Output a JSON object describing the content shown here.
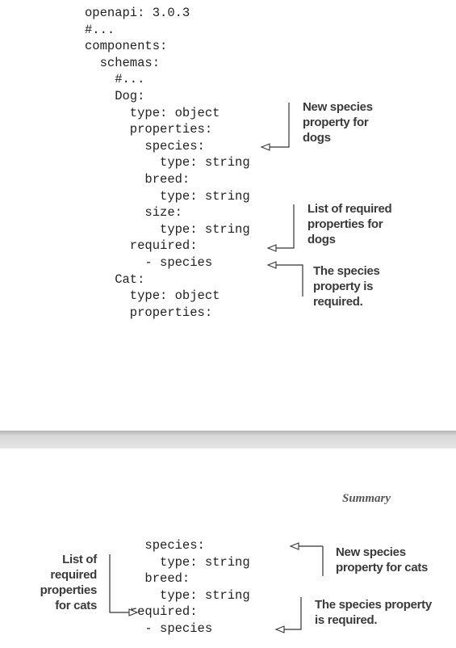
{
  "top_page": {
    "code_lines": [
      "openapi: 3.0.3",
      "#...",
      "components:",
      "  schemas:",
      "    #...",
      "    Dog:",
      "      type: object",
      "      properties:",
      "        species:",
      "          type: string",
      "        breed:",
      "          type: string",
      "        size:",
      "          type: string",
      "      required:",
      "        - species",
      "    Cat:",
      "      type: object",
      "      properties:"
    ],
    "annotations": [
      [
        "New species",
        "property for",
        "dogs"
      ],
      [
        "List of required",
        "properties for",
        "dogs"
      ],
      [
        "The species",
        "property is",
        "required."
      ]
    ]
  },
  "bottom_page": {
    "running_head": "Summary",
    "code_lines": [
      "        species:",
      "          type: string",
      "        breed:",
      "          type: string",
      "      required:",
      "        - species"
    ],
    "annotations": [
      [
        "New species",
        "property for cats"
      ],
      [
        "List of",
        "required",
        "properties",
        "for cats"
      ],
      [
        "The species property",
        "is required."
      ]
    ]
  }
}
